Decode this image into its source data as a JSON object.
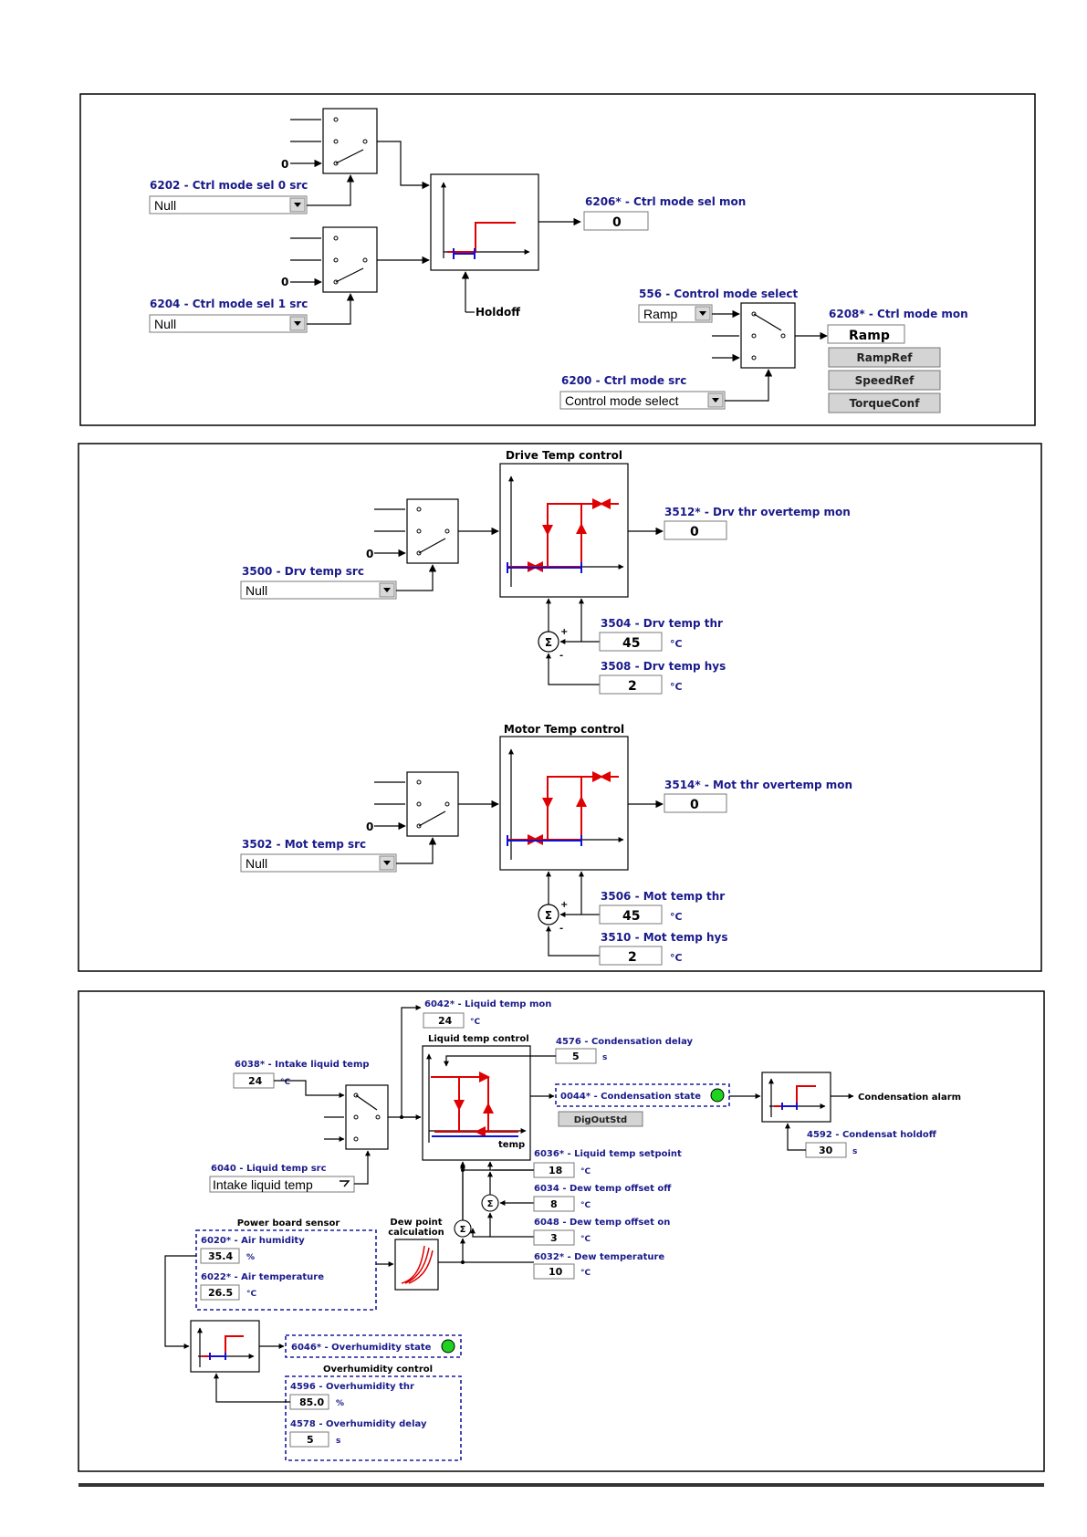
{
  "panel1": {
    "p6202": {
      "label": "6202 - Ctrl mode sel 0 src",
      "value": "Null"
    },
    "p6204": {
      "label": "6204 - Ctrl mode sel 1 src",
      "value": "Null"
    },
    "p6206": {
      "label": "6206* - Ctrl mode sel mon",
      "value": "0"
    },
    "holdoff": "Holdoff",
    "p556": {
      "label": "556 - Control mode select",
      "value": "Ramp"
    },
    "p6200": {
      "label": "6200 - Ctrl mode src",
      "value": "Control mode select"
    },
    "p6208": {
      "label": "6208* - Ctrl mode mon",
      "value": "Ramp"
    },
    "buttons": [
      "RampRef",
      "SpeedRef",
      "TorqueConf"
    ],
    "zero_input": "0"
  },
  "panel2": {
    "drive_title": "Drive Temp control",
    "p3500": {
      "label": "3500 - Drv temp src",
      "value": "Null"
    },
    "p3512": {
      "label": "3512* - Drv thr overtemp mon",
      "value": "0"
    },
    "p3504": {
      "label": "3504 - Drv temp thr",
      "value": "45",
      "unit": "°C"
    },
    "p3508": {
      "label": "3508 - Drv temp hys",
      "value": "2",
      "unit": "°C"
    },
    "motor_title": "Motor Temp control",
    "p3502": {
      "label": "3502 - Mot temp src",
      "value": "Null"
    },
    "p3514": {
      "label": "3514* - Mot thr overtemp mon",
      "value": "0"
    },
    "p3506": {
      "label": "3506 - Mot temp thr",
      "value": "45",
      "unit": "°C"
    },
    "p3510": {
      "label": "3510 - Mot temp hys",
      "value": "2",
      "unit": "°C"
    },
    "sigma": "Σ",
    "plus": "+",
    "minus": "-",
    "zero_input": "0"
  },
  "panel3": {
    "p6042": {
      "label": "6042* - Liquid temp mon",
      "value": "24",
      "unit": "°C"
    },
    "liquid_title": "Liquid temp control",
    "p4576": {
      "label": "4576 - Condensation delay",
      "value": "5",
      "unit": "s"
    },
    "p6038": {
      "label": "6038* - Intake liquid temp",
      "value": "24",
      "unit": "°C"
    },
    "p0044": {
      "label": "0044* - Condensation state",
      "status_color": "#1ed41e"
    },
    "digout": "DigOutStd",
    "temp_axis": "temp",
    "cond_alarm": "Condensation alarm",
    "p4592": {
      "label": "4592 - Condensat holdoff",
      "value": "30",
      "unit": "s"
    },
    "p6040": {
      "label": "6040 - Liquid temp src",
      "value": "Intake liquid temp"
    },
    "p6036": {
      "label": "6036* - Liquid temp setpoint",
      "value": "18",
      "unit": "°C"
    },
    "p6034": {
      "label": "6034 - Dew temp offset off",
      "value": "8",
      "unit": "°C"
    },
    "p6048": {
      "label": "6048 - Dew temp offset on",
      "value": "3",
      "unit": "°C"
    },
    "p6032": {
      "label": "6032* - Dew temperature",
      "value": "10",
      "unit": "°C"
    },
    "power_title": "Power board sensor",
    "dew_title_1": "Dew point",
    "dew_title_2": "calculation",
    "p6020": {
      "label": "6020* - Air humidity",
      "value": "35.4",
      "unit": "%"
    },
    "p6022": {
      "label": "6022* - Air temperature",
      "value": "26.5",
      "unit": "°C"
    },
    "p6046": {
      "label": "6046* - Overhumidity state",
      "status_color": "#1ed41e"
    },
    "overhum_title": "Overhumidity control",
    "p4596": {
      "label": "4596 - Overhumidity thr",
      "value": "85.0",
      "unit": "%"
    },
    "p4578": {
      "label": "4578 - Overhumidity delay",
      "value": "5",
      "unit": "s"
    }
  }
}
